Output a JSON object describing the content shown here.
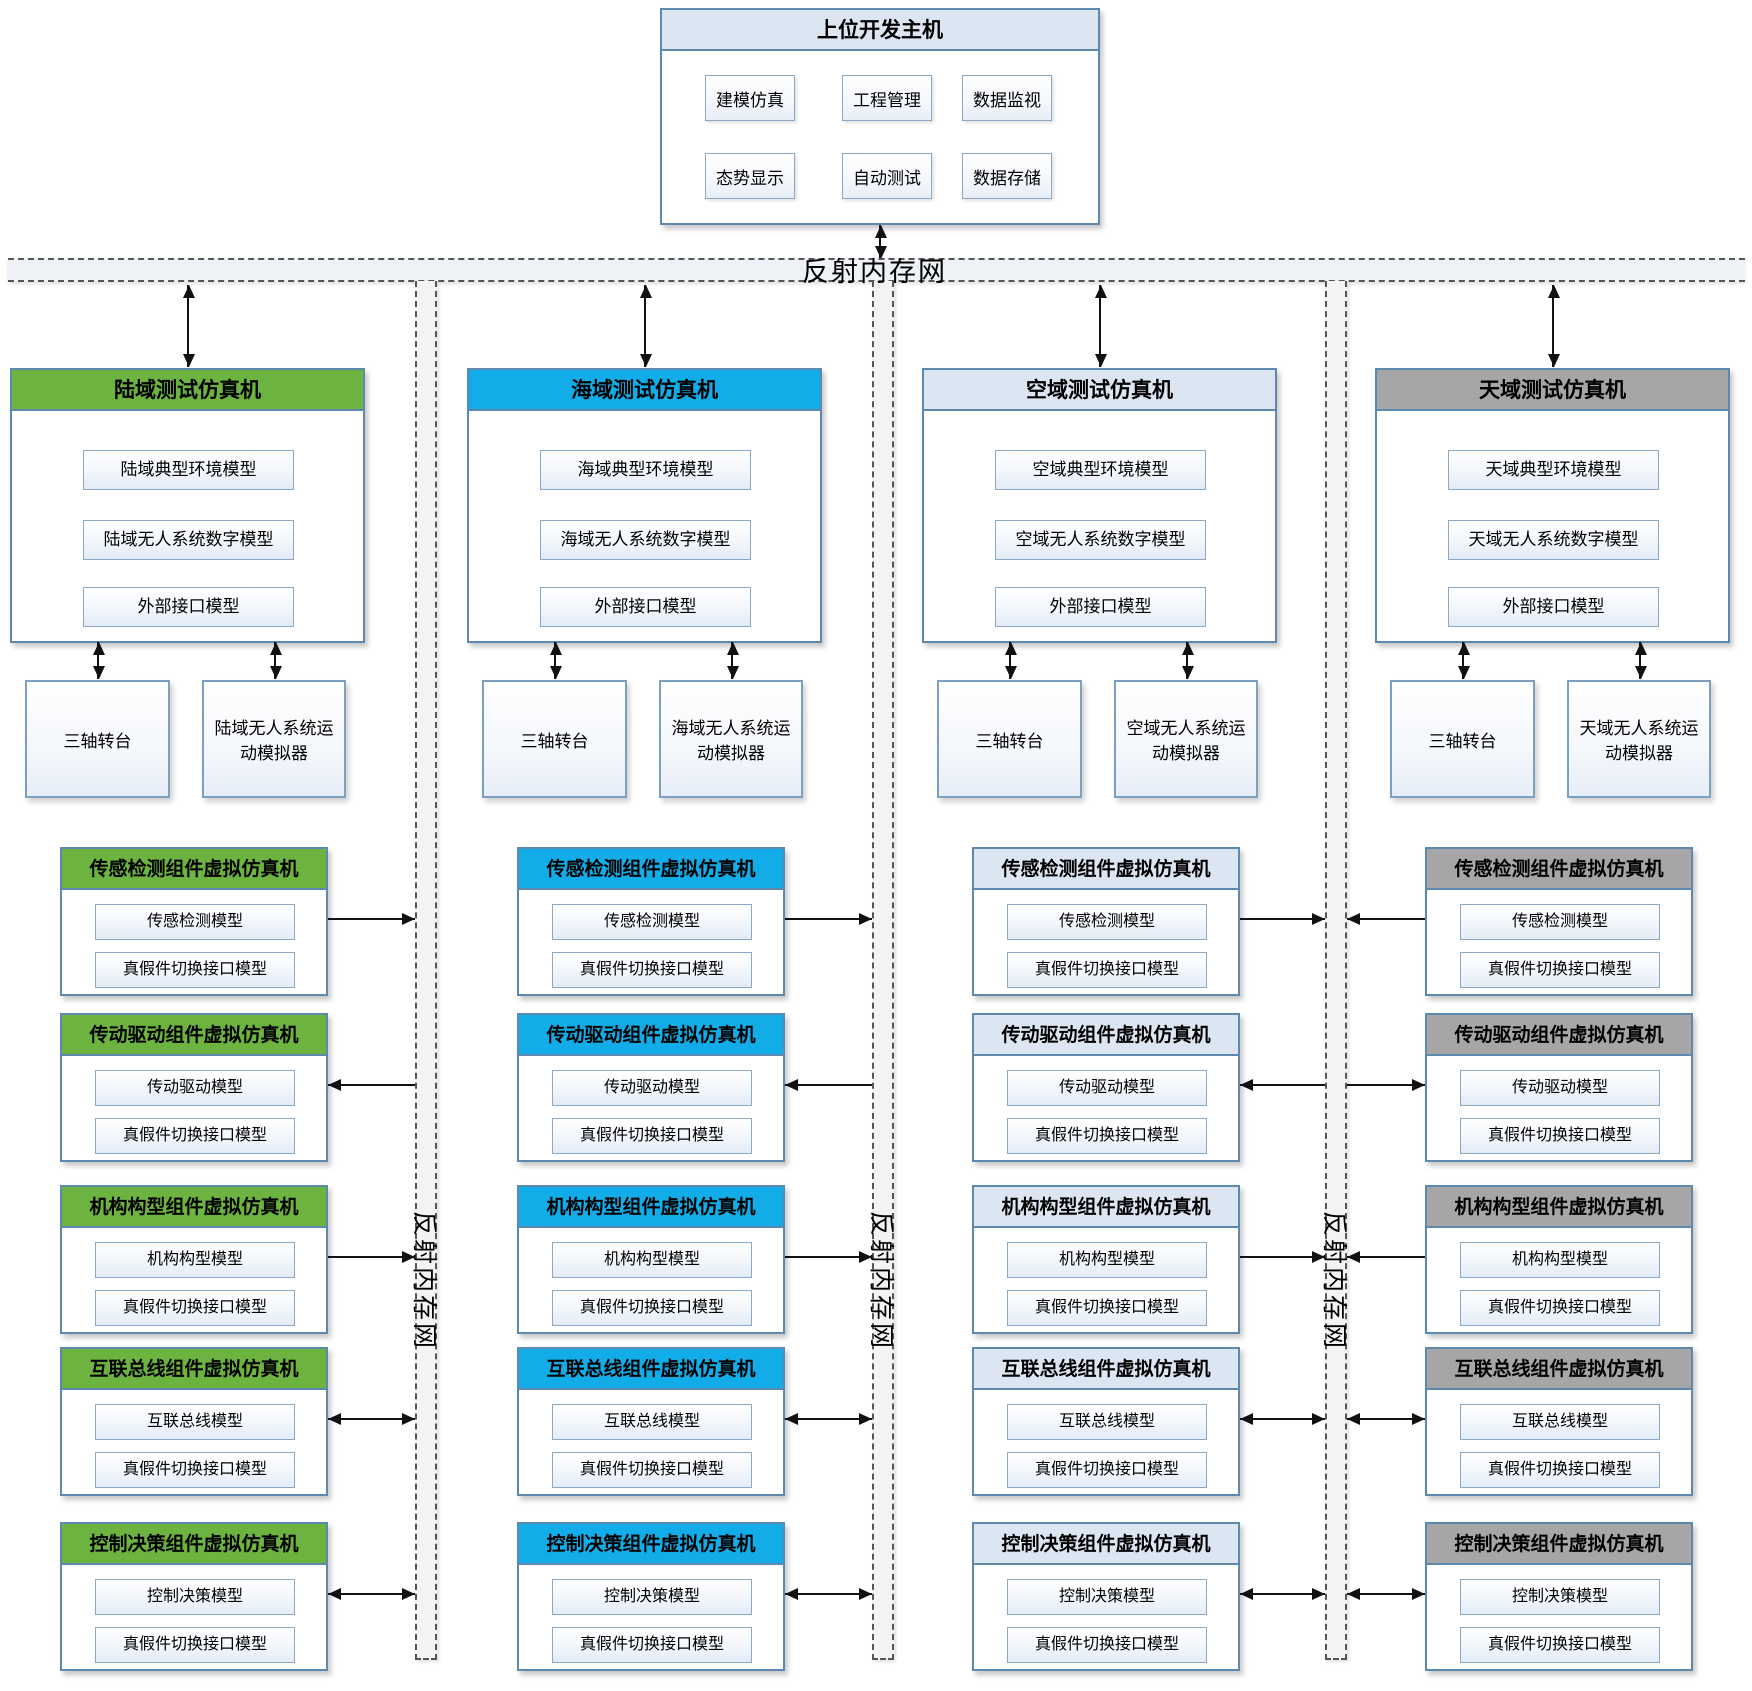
{
  "host": {
    "title": "上位开发主机",
    "buttons": [
      "建模仿真",
      "工程管理",
      "数据监视",
      "态势显示",
      "自动测试",
      "数据存储"
    ]
  },
  "network": {
    "label": "反射内存网"
  },
  "colors": {
    "land_header": "#6DB33F",
    "sea_header": "#12ADE8",
    "air_header": "#DCE6F2",
    "space_header": "#A6A6A6",
    "box_border": "#5e89ae",
    "band_fill": "#F3F3F3"
  },
  "columns": [
    {
      "title": "陆域测试仿真机",
      "models": [
        "陆域典型环境模型",
        "陆域无人系统数字模型",
        "外部接口模型"
      ],
      "devices": [
        "三轴转台",
        "陆域无人系统运动模拟器"
      ],
      "components": [
        {
          "title": "传感检测组件虚拟仿真机",
          "models": [
            "传感检测模型",
            "真假件切换接口模型"
          ],
          "link": "to-network"
        },
        {
          "title": "传动驱动组件虚拟仿真机",
          "models": [
            "传动驱动模型",
            "真假件切换接口模型"
          ],
          "link": "from-network"
        },
        {
          "title": "机构构型组件虚拟仿真机",
          "models": [
            "机构构型模型",
            "真假件切换接口模型"
          ],
          "link": "to-network"
        },
        {
          "title": "互联总线组件虚拟仿真机",
          "models": [
            "互联总线模型",
            "真假件切换接口模型"
          ],
          "link": "bidirectional"
        },
        {
          "title": "控制决策组件虚拟仿真机",
          "models": [
            "控制决策模型",
            "真假件切换接口模型"
          ],
          "link": "bidirectional"
        }
      ]
    },
    {
      "title": "海域测试仿真机",
      "models": [
        "海域典型环境模型",
        "海域无人系统数字模型",
        "外部接口模型"
      ],
      "devices": [
        "三轴转台",
        "海域无人系统运动模拟器"
      ],
      "components": [
        {
          "title": "传感检测组件虚拟仿真机",
          "models": [
            "传感检测模型",
            "真假件切换接口模型"
          ],
          "link": "to-network"
        },
        {
          "title": "传动驱动组件虚拟仿真机",
          "models": [
            "传动驱动模型",
            "真假件切换接口模型"
          ],
          "link": "from-network"
        },
        {
          "title": "机构构型组件虚拟仿真机",
          "models": [
            "机构构型模型",
            "真假件切换接口模型"
          ],
          "link": "to-network"
        },
        {
          "title": "互联总线组件虚拟仿真机",
          "models": [
            "互联总线模型",
            "真假件切换接口模型"
          ],
          "link": "bidirectional"
        },
        {
          "title": "控制决策组件虚拟仿真机",
          "models": [
            "控制决策模型",
            "真假件切换接口模型"
          ],
          "link": "bidirectional"
        }
      ]
    },
    {
      "title": "空域测试仿真机",
      "models": [
        "空域典型环境模型",
        "空域无人系统数字模型",
        "外部接口模型"
      ],
      "devices": [
        "三轴转台",
        "空域无人系统运动模拟器"
      ],
      "components": [
        {
          "title": "传感检测组件虚拟仿真机",
          "models": [
            "传感检测模型",
            "真假件切换接口模型"
          ],
          "link": "to-network"
        },
        {
          "title": "传动驱动组件虚拟仿真机",
          "models": [
            "传动驱动模型",
            "真假件切换接口模型"
          ],
          "link": "from-network"
        },
        {
          "title": "机构构型组件虚拟仿真机",
          "models": [
            "机构构型模型",
            "真假件切换接口模型"
          ],
          "link": "to-network"
        },
        {
          "title": "互联总线组件虚拟仿真机",
          "models": [
            "互联总线模型",
            "真假件切换接口模型"
          ],
          "link": "bidirectional"
        },
        {
          "title": "控制决策组件虚拟仿真机",
          "models": [
            "控制决策模型",
            "真假件切换接口模型"
          ],
          "link": "bidirectional"
        }
      ]
    },
    {
      "title": "天域测试仿真机",
      "models": [
        "天域典型环境模型",
        "天域无人系统数字模型",
        "外部接口模型"
      ],
      "devices": [
        "三轴转台",
        "天域无人系统运动模拟器"
      ],
      "components": [
        {
          "title": "传感检测组件虚拟仿真机",
          "models": [
            "传感检测模型",
            "真假件切换接口模型"
          ],
          "link": "to-network"
        },
        {
          "title": "传动驱动组件虚拟仿真机",
          "models": [
            "传动驱动模型",
            "真假件切换接口模型"
          ],
          "link": "from-network"
        },
        {
          "title": "机构构型组件虚拟仿真机",
          "models": [
            "机构构型模型",
            "真假件切换接口模型"
          ],
          "link": "to-network"
        },
        {
          "title": "互联总线组件虚拟仿真机",
          "models": [
            "互联总线模型",
            "真假件切换接口模型"
          ],
          "link": "bidirectional"
        },
        {
          "title": "控制决策组件虚拟仿真机",
          "models": [
            "控制决策模型",
            "真假件切换接口模型"
          ],
          "link": "bidirectional"
        }
      ]
    }
  ]
}
